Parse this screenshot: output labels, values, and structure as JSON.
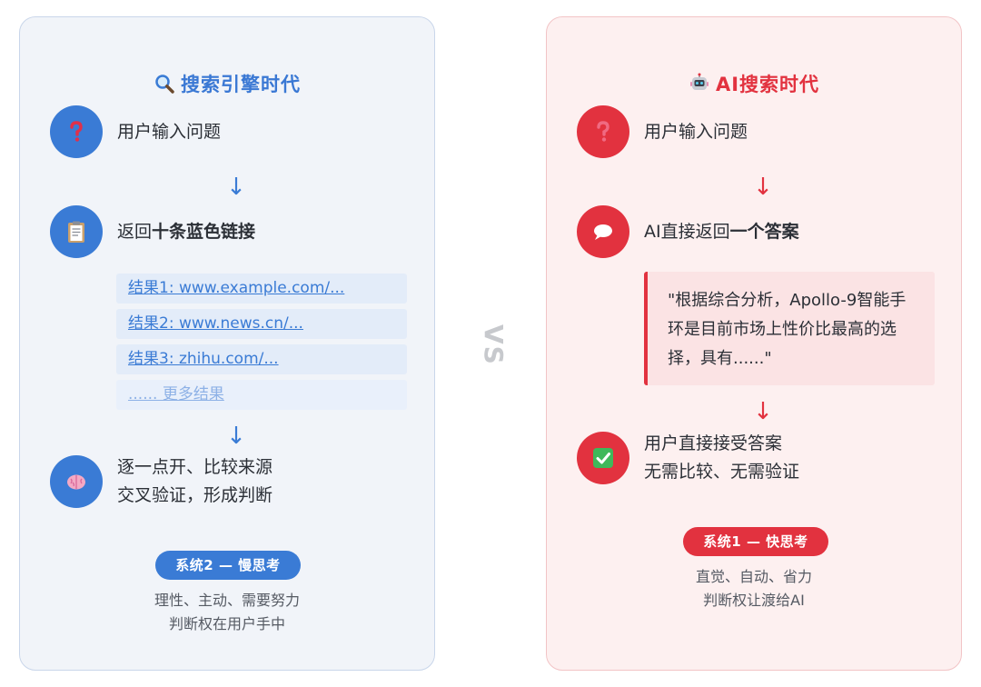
{
  "left": {
    "title": "搜索引擎时代",
    "step1": "用户输入问题",
    "step2_prefix": "返回",
    "step2_bold": "十条蓝色链接",
    "results": [
      "结果1: www.example.com/...",
      "结果2: www.news.cn/...",
      "结果3: zhihu.com/...",
      "...... 更多结果"
    ],
    "step3_line1": "逐一点开、比较来源",
    "step3_line2": "交叉验证，形成判断",
    "badge": "系统2 — 慢思考",
    "note_line1": "理性、主动、需要努力",
    "note_line2": "判断权在用户手中"
  },
  "right": {
    "title": "AI搜索时代",
    "step1": "用户输入问题",
    "step2_prefix": "AI直接返回",
    "step2_bold": "一个答案",
    "quote": "\"根据综合分析，Apollo-9智能手环是目前市场上性价比最高的选择，具有......\"",
    "step3_line1": "用户直接接受答案",
    "step3_line2": "无需比较、无需验证",
    "badge": "系统1 — 快思考",
    "note_line1": "直觉、自动、省力",
    "note_line2": "判断权让渡给AI"
  },
  "vs": "VS",
  "arrow_glyph": "↓",
  "colors": {
    "blue": "#3a7bd5",
    "red": "#e2323f",
    "left_bg": "#f1f4f9",
    "right_bg": "#fdf0f0"
  },
  "icons": [
    "magnifier-icon",
    "question-mark-icon",
    "clipboard-icon",
    "brain-icon",
    "robot-icon",
    "speech-bubble-icon",
    "check-box-icon"
  ]
}
